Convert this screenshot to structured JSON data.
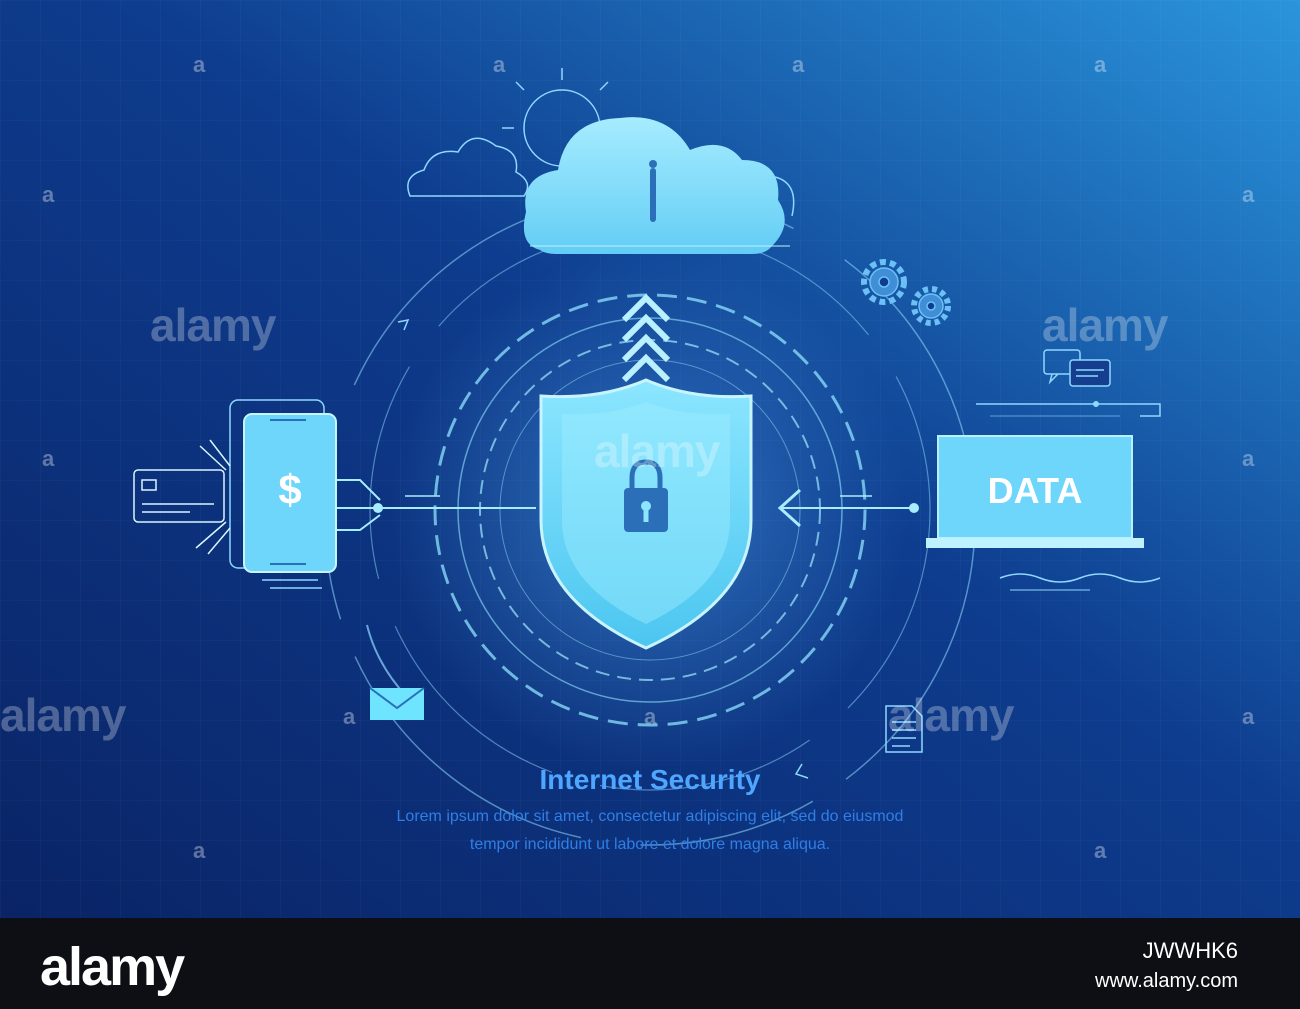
{
  "illustration": {
    "title": "Internet Security",
    "body_line_1": "Lorem ipsum dolor sit amet, consectetur adipiscing elit, sed do eiusmod",
    "body_line_2": "tempor incididunt ut labore et dolore magna aliqua.",
    "phone_symbol": "$",
    "laptop_label": "DATA",
    "icons": [
      "sun-icon",
      "cloud-outline-icon",
      "cloud-lock-icon",
      "gear-icon",
      "chat-bubble-icon",
      "shield-icon",
      "padlock-icon",
      "chevron-up-icon",
      "credit-card-icon",
      "smartphone-icon",
      "laptop-icon",
      "envelope-icon",
      "document-icon"
    ]
  },
  "watermark": {
    "text": "alamy",
    "mark": "a"
  },
  "footer": {
    "logo": "alamy",
    "image_id": "JWWHK6",
    "url": "www.alamy.com"
  },
  "colors": {
    "background_dark": "#0d2a6e",
    "background_light": "#2a8fd8",
    "accent_cyan": "#7fe0ff",
    "title_blue": "#4fa6ff",
    "footer_bg": "#0d0f14"
  }
}
